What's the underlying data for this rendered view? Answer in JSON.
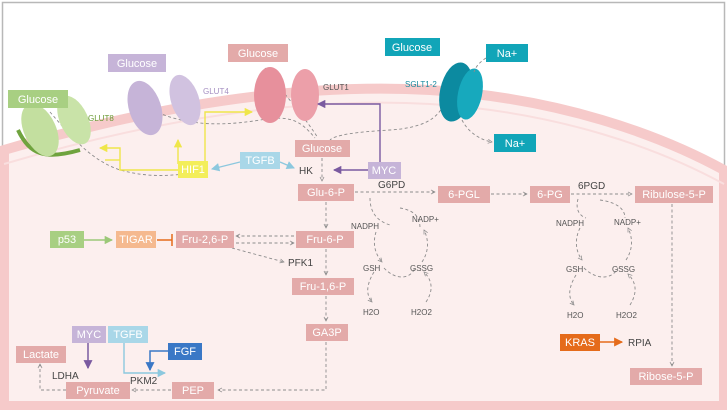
{
  "colors": {
    "metabolite": "#e3aaa9",
    "green": "#a8cf82",
    "lavender": "#c6b4d8",
    "pink": "#e6919c",
    "teal": "#11a5b8",
    "yellow": "#f3ee5a",
    "lightblue": "#a9d7e8",
    "orange": "#f5b98f",
    "dark_orange": "#e56b1a",
    "purple": "#8466a8",
    "blue": "#3a78c6"
  },
  "transporters": {
    "glut8": {
      "substrate": "Glucose",
      "label": "GLUT8"
    },
    "glut4": {
      "substrate": "Glucose",
      "label": "GLUT4"
    },
    "glut1": {
      "substrate": "Glucose",
      "label": "GLUT1"
    },
    "sglt": {
      "substrate": "Glucose",
      "label": "SGLT1-2",
      "ion_out": "Na+",
      "ion_in": "Na+"
    }
  },
  "regulators": {
    "hif1": "HIF1",
    "tgfb_top": "TGFB",
    "myc_top": "MYC",
    "p53": "p53",
    "tigar": "TIGAR",
    "kras": "KRAS",
    "myc_bottom": "MYC",
    "tgfb_bottom": "TGFB",
    "fgf": "FGF"
  },
  "metabolites": {
    "glucose_in": "Glucose",
    "glu6p": "Glu-6-P",
    "fru6p": "Fru-6-P",
    "fru16p": "Fru-1,6-P",
    "fru26p": "Fru-2,6-P",
    "ga3p": "GA3P",
    "pep": "PEP",
    "pyruvate": "Pyruvate",
    "lactate": "Lactate",
    "pgl6": "6-PGL",
    "pg6": "6-PG",
    "ribulose5p": "Ribulose-5-P",
    "ribose5p": "Ribose-5-P"
  },
  "enzymes": {
    "hk": "HK",
    "g6pd": "G6PD",
    "pgd6": "6PGD",
    "pfk1": "PFK1",
    "pkm2": "PKM2",
    "ldha": "LDHA",
    "rpia": "RPIA"
  },
  "cofactors": {
    "g6pd_cycle": {
      "nadph": "NADPH",
      "nadp": "NADP+",
      "gsh": "GSH",
      "gssg": "GSSG",
      "h2o": "H2O",
      "h2o2": "H2O2"
    },
    "pgd_cycle": {
      "nadph": "NADPH",
      "nadp": "NADP+",
      "gsh": "GSH",
      "gssg": "GSSG",
      "h2o": "H2O",
      "h2o2": "H2O2"
    }
  }
}
